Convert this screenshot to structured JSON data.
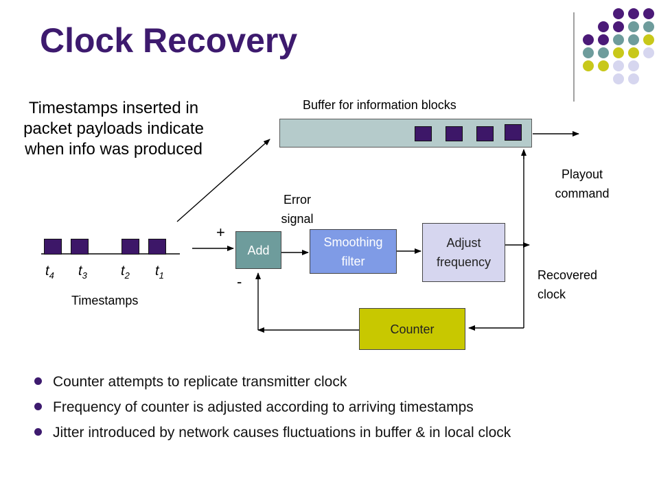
{
  "title": "Clock Recovery",
  "intro_text": "Timestamps inserted in packet payloads indicate when info was produced",
  "buffer_label": "Buffer for information blocks",
  "playout_command": "Playout command",
  "error_signal": "Error signal",
  "recovered_clock": "Recovered clock",
  "timestamps_label": "Timestamps",
  "timestamp_marks": [
    {
      "base": "t",
      "sub": "4"
    },
    {
      "base": "t",
      "sub": "3"
    },
    {
      "base": "t",
      "sub": "2"
    },
    {
      "base": "t",
      "sub": "1"
    }
  ],
  "blocks": {
    "add": "Add",
    "smoothing": "Smoothing filter",
    "adjust": "Adjust frequency",
    "counter": "Counter"
  },
  "signs": {
    "plus": "+",
    "minus": "-"
  },
  "bullets": [
    "Counter attempts to replicate transmitter clock",
    "Frequency of counter is adjusted according to arriving timestamps",
    "Jitter introduced by network causes fluctuations in buffer & in local clock"
  ],
  "colors": {
    "title": "#3d1a6e",
    "block_purple": "#3d1768",
    "buffer": "#b5cbcb",
    "add": "#6e9c9c",
    "smoothing": "#7f9be6",
    "adjust": "#d6d6ef",
    "counter": "#c8c800",
    "dot_purple": "#4b1a78",
    "dot_teal": "#6e9c9c",
    "dot_yellow": "#c8c81a",
    "dot_lavender": "#d6d6ef"
  }
}
